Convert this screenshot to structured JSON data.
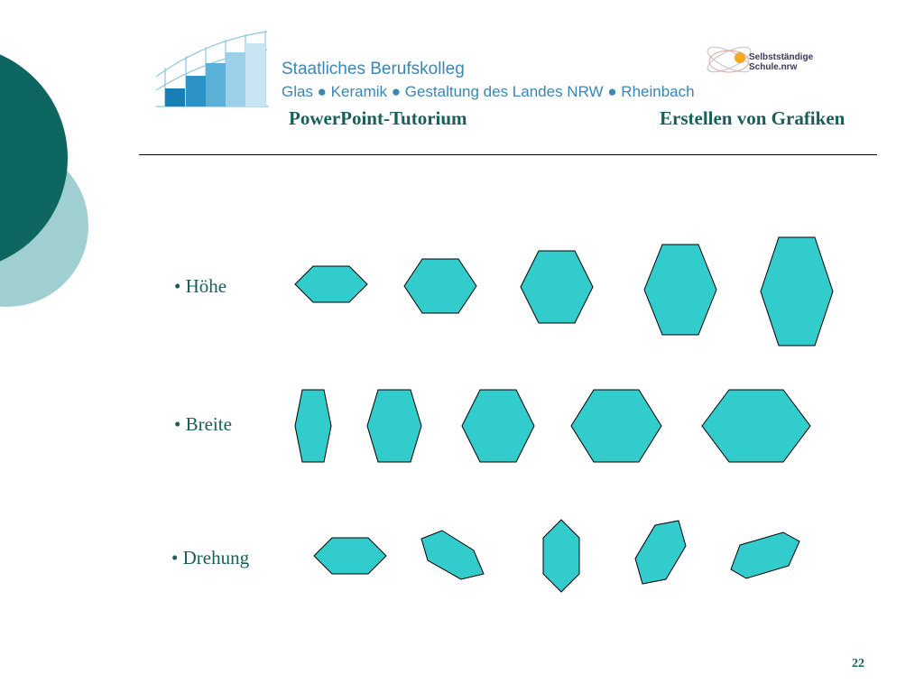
{
  "header": {
    "school_line1": "Staatliches Berufskolleg",
    "school_line2": "Glas ● Keramik ● Gestaltung des Landes NRW ● Rheinbach",
    "badge_line1": "Selbstständige",
    "badge_line2": "Schule.nrw",
    "title_left": "PowerPoint-Tutorium",
    "title_right": "Erstellen von Grafiken"
  },
  "rows": {
    "hoehe_label": "• Höhe",
    "breite_label": "• Breite",
    "drehung_label": "• Drehung"
  },
  "footer": {
    "page_number": "22"
  },
  "colors": {
    "hexagon_fill": "#33cccc",
    "hexagon_stroke": "#000000",
    "deco_dark": "#0e6660",
    "deco_light": "#9fcfd0",
    "title_text": "#1a5e5a",
    "logo_text": "#3a86b4"
  }
}
